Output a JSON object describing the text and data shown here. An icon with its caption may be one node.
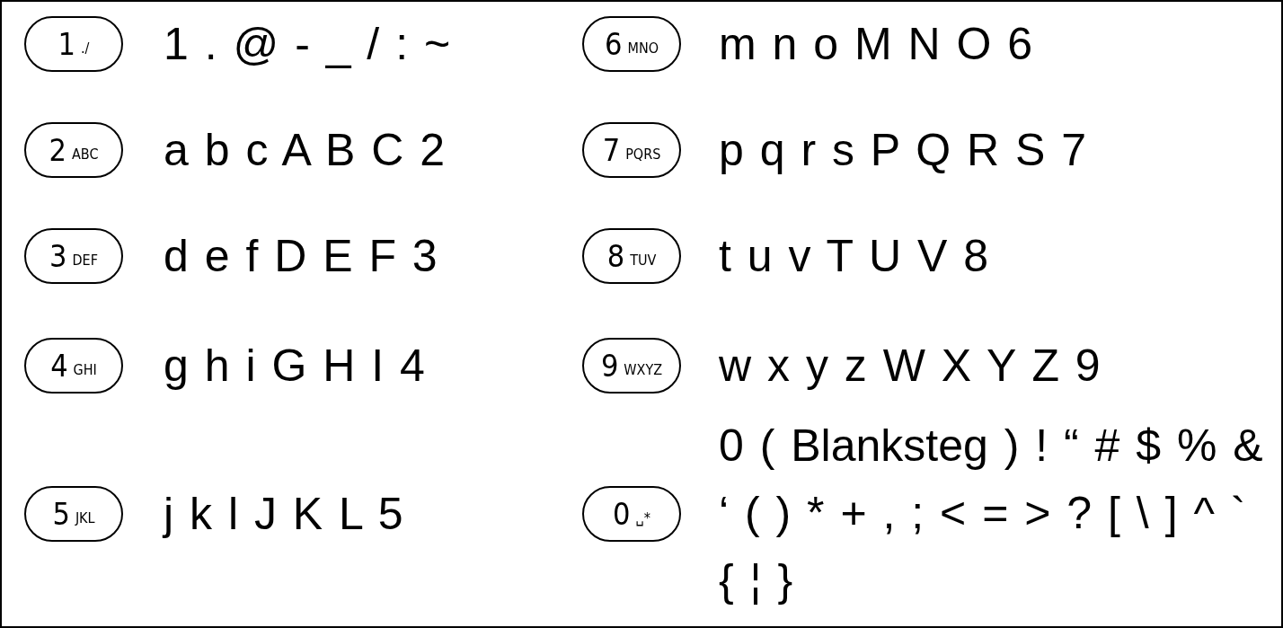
{
  "diagram": {
    "nodes": [
      {
        "text": [
          "1",
          "./"
        ],
        "beside": [
          "1 . @ - _ / : ~"
        ]
      },
      {
        "text": [
          "2",
          "ABC"
        ],
        "beside": [
          "a b c A B C 2"
        ]
      },
      {
        "text": [
          "3",
          "DEF"
        ],
        "beside": [
          "d e f D E F 3"
        ]
      },
      {
        "text": [
          "4",
          "GHI"
        ],
        "beside": [
          "g h i G H I 4"
        ]
      },
      {
        "text": [
          "5",
          "JKL"
        ],
        "beside": [
          "j k l J K L 5"
        ]
      },
      {
        "text": [
          "6",
          "MNO"
        ],
        "beside": [
          "m n o M N O 6"
        ]
      },
      {
        "text": [
          "7",
          "PQRS"
        ],
        "beside": [
          "p q r s P Q R S 7"
        ]
      },
      {
        "text": [
          "8",
          "TUV"
        ],
        "beside": [
          "t u v T U V 8"
        ]
      },
      {
        "text": [
          "9",
          "WXYZ"
        ],
        "beside": [
          "w x y z W X Y Z 9"
        ]
      },
      {
        "text": [
          "0",
          "␣*"
        ],
        "beside": [
          "0 ( Blanksteg ) ! “ # $ % & ‘ ( ) * + , ; < = > ? [ \\ ] ^ ` { ¦ }"
        ]
      }
    ],
    "edges": []
  }
}
